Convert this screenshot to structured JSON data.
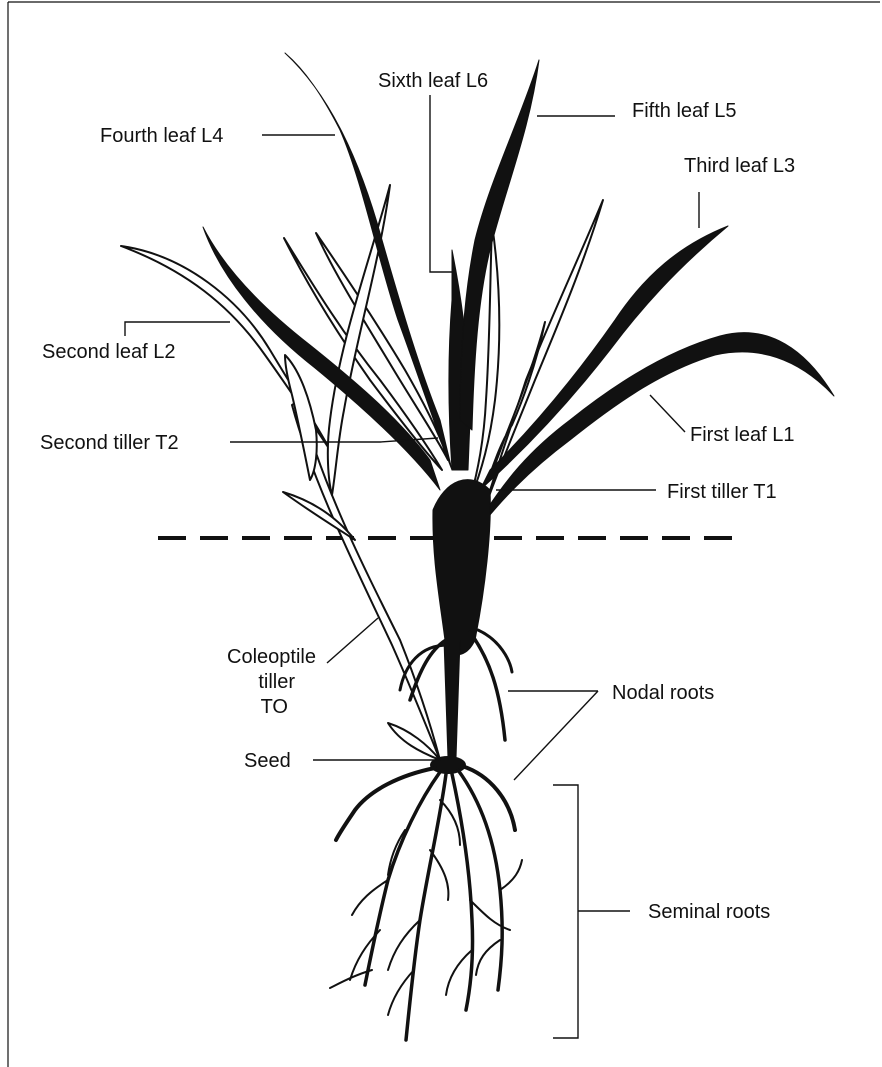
{
  "diagram": {
    "labels": {
      "sixth_leaf": "Sixth leaf L6",
      "fifth_leaf": "Fifth leaf L5",
      "fourth_leaf": "Fourth leaf L4",
      "third_leaf": "Third leaf L3",
      "second_leaf": "Second leaf L2",
      "second_tiller": "Second tiller T2",
      "first_leaf": "First leaf L1",
      "first_tiller": "First tiller T1",
      "coleoptile_line1": "Coleoptile",
      "coleoptile_line2": "tiller",
      "coleoptile_line3": "TO",
      "nodal_roots": "Nodal roots",
      "seed": "Seed",
      "seminal_roots": "Seminal roots"
    }
  }
}
